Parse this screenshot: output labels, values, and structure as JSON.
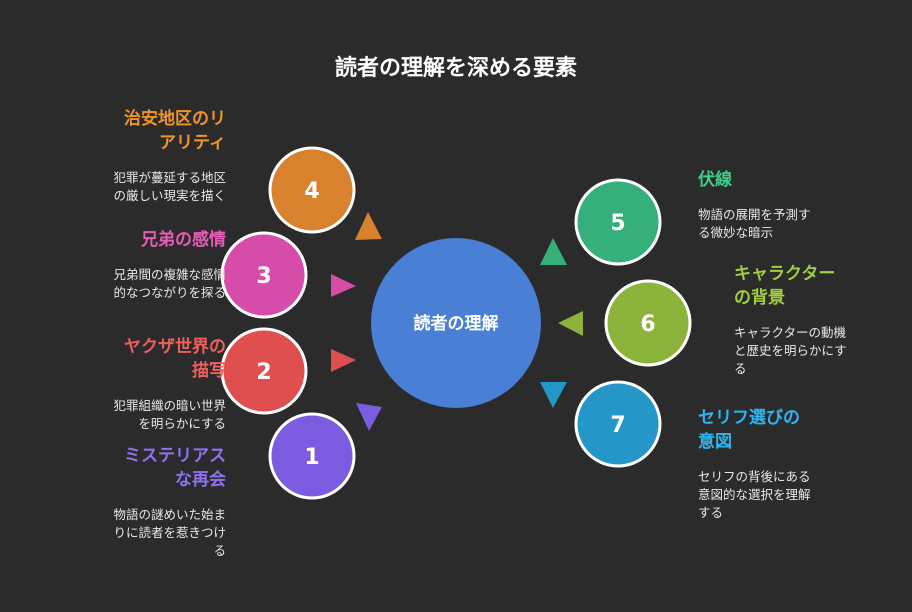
{
  "title": "読者の理解を深める要素",
  "center": {
    "label": "読者の理解",
    "color": "#4a7fd6"
  },
  "items": [
    {
      "number": "1",
      "title_lines": [
        "ミステリアス",
        "な再会"
      ],
      "desc_lines": [
        "物語の謎めいた始ま",
        "りに読者を惹きつけ",
        "る"
      ],
      "color": "#7b5ce0",
      "title_color": "#8f72f0"
    },
    {
      "number": "2",
      "title_lines": [
        "ヤクザ世界の",
        "描写"
      ],
      "desc_lines": [
        "犯罪組織の暗い世界",
        "を明らかにする"
      ],
      "color": "#e04f4f",
      "title_color": "#f0605a"
    },
    {
      "number": "3",
      "title_lines": [
        "兄弟の感情"
      ],
      "desc_lines": [
        "兄弟間の複雑な感情",
        "的なつながりを探る"
      ],
      "color": "#d64ca8",
      "title_color": "#e85cb8"
    },
    {
      "number": "4",
      "title_lines": [
        "治安地区のリ",
        "アリティ"
      ],
      "desc_lines": [
        "犯罪が蔓延する地区",
        "の厳しい現実を描く"
      ],
      "color": "#d9822e",
      "title_color": "#f0952e"
    },
    {
      "number": "5",
      "title_lines": [
        "伏線"
      ],
      "desc_lines": [
        "物語の展開を予測す",
        "る微妙な暗示"
      ],
      "color": "#35b07a",
      "title_color": "#3ecf8a"
    },
    {
      "number": "6",
      "title_lines": [
        "キャラクター",
        "の背景"
      ],
      "desc_lines": [
        "キャラクターの動機",
        "と歴史を明らかにす",
        "る"
      ],
      "color": "#8cb33a",
      "title_color": "#9fd03e"
    },
    {
      "number": "7",
      "title_lines": [
        "セリフ選びの",
        "意図"
      ],
      "desc_lines": [
        "セリフの背後にある",
        "意図的な選択を理解",
        "する"
      ],
      "color": "#2496c8",
      "title_color": "#2fb5f0"
    }
  ]
}
